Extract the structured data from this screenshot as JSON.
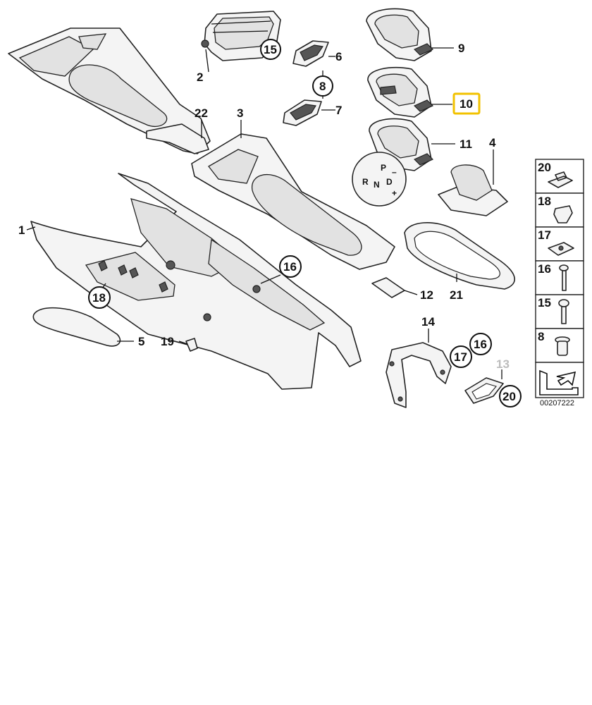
{
  "callouts": {
    "c1": "1",
    "c2": "2",
    "c3": "3",
    "c4": "4",
    "c5": "5",
    "c6": "6",
    "c7": "7",
    "c8": "8",
    "c9": "9",
    "c10": "10",
    "c11": "11",
    "c12": "12",
    "c13": "13",
    "c14": "14",
    "c15": "15",
    "c16a": "16",
    "c16b": "16",
    "c17": "17",
    "c18": "18",
    "c19": "19",
    "c20": "20",
    "c21": "21",
    "c22": "22"
  },
  "legend": {
    "items": [
      {
        "number": "20",
        "part": "nut-clip"
      },
      {
        "number": "18",
        "part": "clip"
      },
      {
        "number": "17",
        "part": "speed-nut"
      },
      {
        "number": "16",
        "part": "screw"
      },
      {
        "number": "15",
        "part": "screw"
      },
      {
        "number": "8",
        "part": "expanding-rivet"
      }
    ]
  },
  "diagram_id": "00207222",
  "gear_pattern": {
    "p": "P",
    "r": "R",
    "n": "N",
    "d": "D",
    "plus": "+",
    "minus": "–"
  },
  "colors": {
    "highlight": "#f2c200",
    "faint_label": "#bcbcbc"
  }
}
